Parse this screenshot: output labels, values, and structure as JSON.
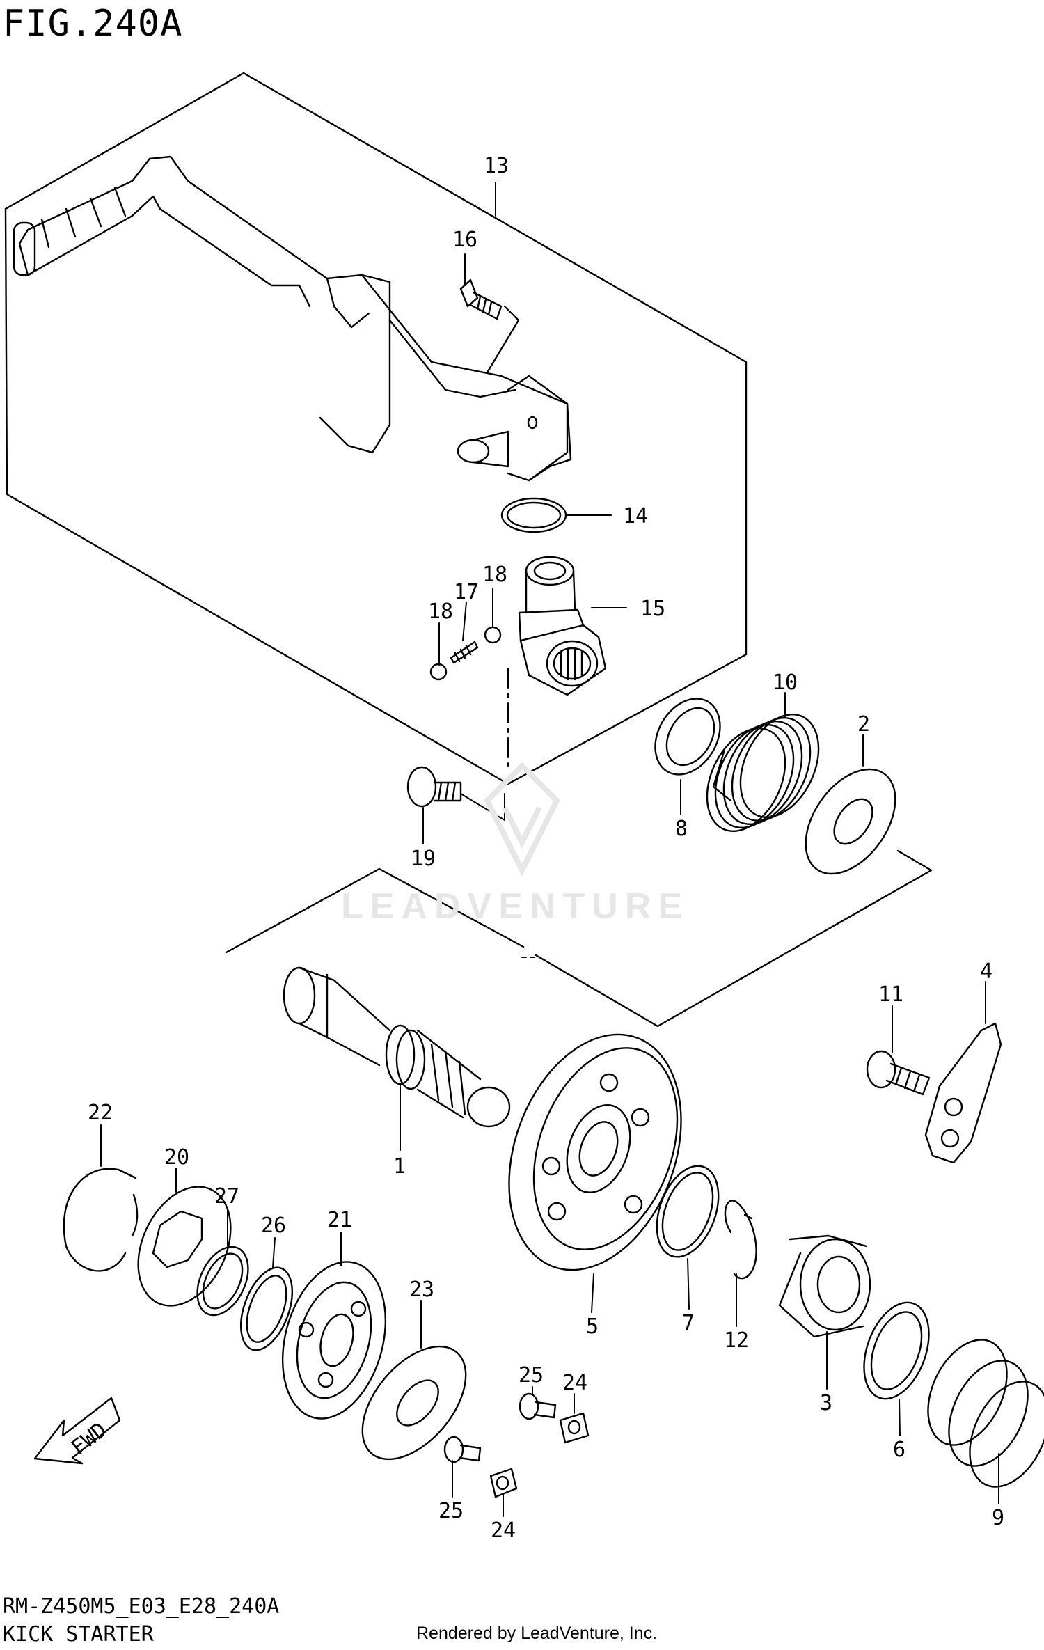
{
  "figure": {
    "title": "FIG.240A",
    "code": "RM-Z450M5_E03_E28_240A",
    "name": "KICK STARTER"
  },
  "watermark": "LEADVENTURE",
  "rendered_by": "Rendered by LeadVenture, Inc.",
  "direction_label": "FWD",
  "callouts": [
    "13",
    "16",
    "14",
    "15",
    "18",
    "17",
    "18",
    "10",
    "2",
    "8",
    "19",
    "4",
    "11",
    "1",
    "22",
    "20",
    "27",
    "26",
    "21",
    "23",
    "5",
    "7",
    "12",
    "3",
    "6",
    "9",
    "25",
    "24",
    "25",
    "24"
  ]
}
